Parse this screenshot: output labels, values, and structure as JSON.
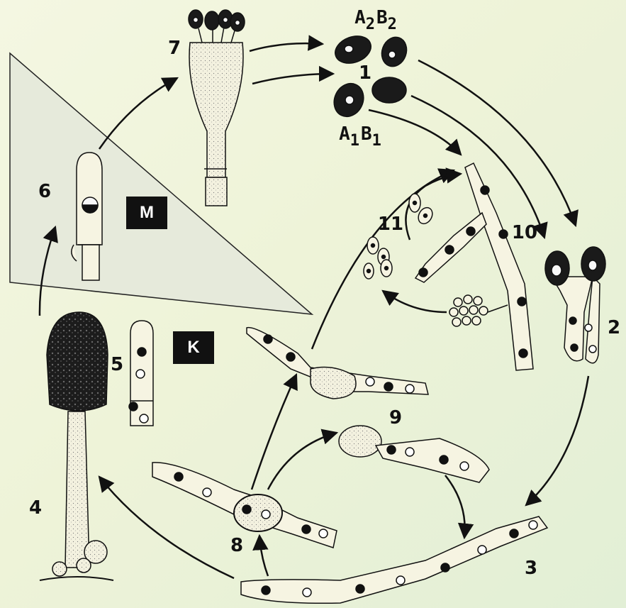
{
  "diagram": {
    "stage_labels": [
      "1",
      "2",
      "3",
      "4",
      "5",
      "6",
      "7",
      "8",
      "9",
      "10",
      "11"
    ],
    "genotype_labels": [
      {
        "letters": "A",
        "sub1": "2",
        "mid": "B",
        "sub2": "2"
      },
      {
        "letters": "A",
        "sub1": "1",
        "mid": "B",
        "sub2": "1"
      }
    ],
    "box_labels": [
      "M",
      "K"
    ]
  },
  "colors": {
    "background": "#eef3d8",
    "ink": "#111111",
    "cell_fill": "#f4f2e0",
    "triangle_fill": "#e8ecda",
    "cap_fill": "#1e1e1e"
  }
}
